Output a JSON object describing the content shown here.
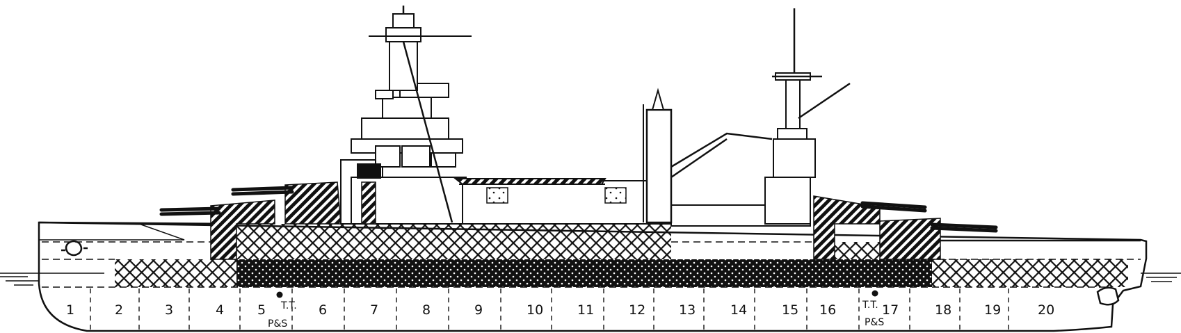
{
  "figure": {
    "compartments": [
      "1",
      "2",
      "3",
      "4",
      "5",
      "6",
      "7",
      "8",
      "9",
      "10",
      "11",
      "12",
      "13",
      "14",
      "15",
      "16",
      "17",
      "18",
      "19",
      "20"
    ],
    "torpedo_labels": [
      {
        "compartment": "5",
        "text": "T.T.",
        "subtext": "P&S"
      },
      {
        "compartment": "17",
        "text": "T.T.",
        "subtext": "P&S"
      }
    ],
    "colors": {
      "ink": "#111111",
      "paper": "#ffffff"
    }
  }
}
